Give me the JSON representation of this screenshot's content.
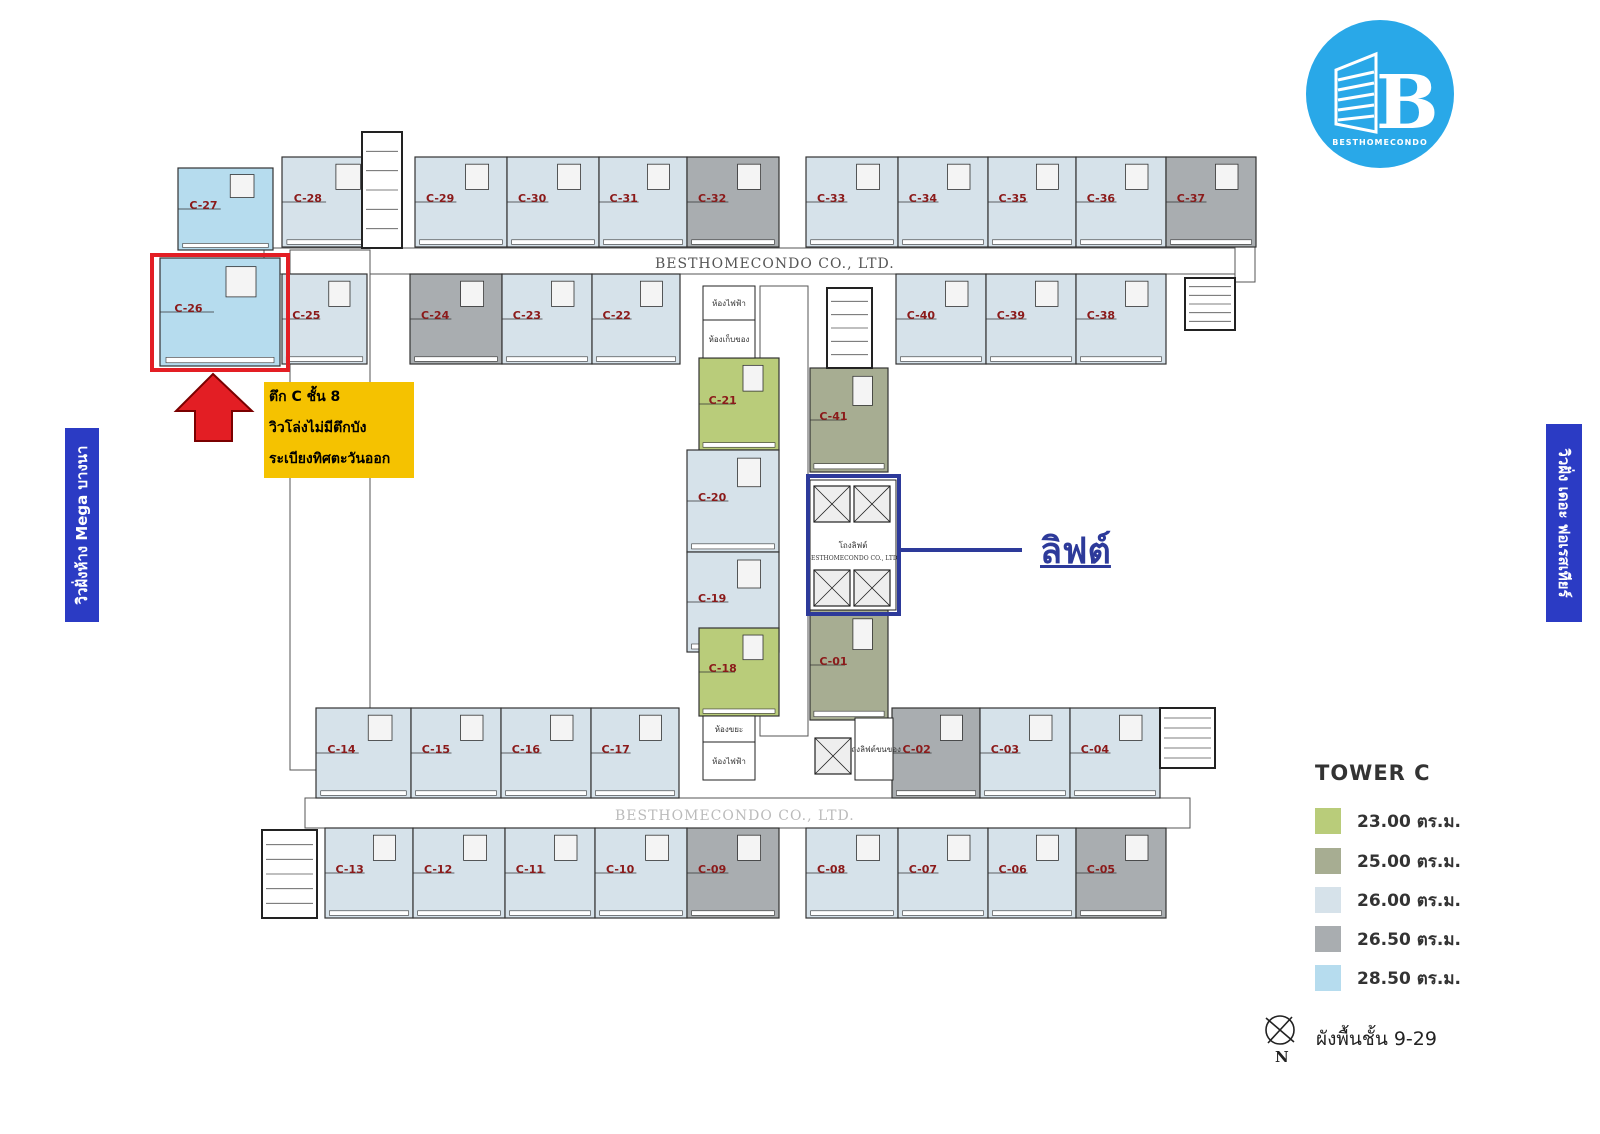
{
  "watermark_top": "BESTHOMECONDO CO., LTD.",
  "watermark_bottom": "BESTHOMECONDO CO., LTD.",
  "lift_watermark": "BESTHOMECONDO CO., LTD.",
  "logo_name": "BESTHOMECONDO",
  "logo_letter": "B",
  "callout_lines": [
    "ตึก C ชั้น 8",
    "วิวโล่งไม่มีตึกบัง",
    "ระเบียงทิศตะวันออก"
  ],
  "left_banner": "วิวฝั่งห้าง Mega บางนา",
  "right_banner": "วิวฝั่ง เดอะ ฟอเรสเทียร์",
  "lift_label": "ลิฟต์",
  "legend": {
    "title": "TOWER  C",
    "items": [
      {
        "label": "23.00  ตร.ม.",
        "color": "#b9cc7a"
      },
      {
        "label": "25.00  ตร.ม.",
        "color": "#a7ad92"
      },
      {
        "label": "26.00  ตร.ม.",
        "color": "#d6e2ea"
      },
      {
        "label": "26.50  ตร.ม.",
        "color": "#a9adb0"
      },
      {
        "label": "28.50  ตร.ม.",
        "color": "#b6dcee"
      }
    ]
  },
  "plan_caption": "ผังพื้นชั้น 9-29",
  "compass_letter": "N",
  "room_labels": {
    "elec_1": "ห้องไฟฟ้า",
    "storage": "ห้องเก็บของ",
    "lift_lobby": "โถงลิฟต์",
    "trash": "ห้องขยะ",
    "elec_2": "ห้องไฟฟ้า",
    "service_lift": "โถงลิฟต์ขนของ"
  },
  "colors": {
    "unit_26": "#d6e2ea",
    "unit_23": "#b9cc7a",
    "unit_25": "#a7ad92",
    "unit_265": "#a9adb0",
    "unit_285": "#b6dcee",
    "highlight": "#e31e24",
    "banner": "#2b3bc4",
    "callout": "#f5c200"
  },
  "units": [
    {
      "id": "C-27",
      "size": "28.50"
    },
    {
      "id": "C-26",
      "size": "28.50"
    },
    {
      "id": "C-28",
      "size": "26.00"
    },
    {
      "id": "C-29",
      "size": "26.00"
    },
    {
      "id": "C-30",
      "size": "26.00"
    },
    {
      "id": "C-31",
      "size": "26.00"
    },
    {
      "id": "C-32",
      "size": "26.50"
    },
    {
      "id": "C-33",
      "size": "26.00"
    },
    {
      "id": "C-34",
      "size": "26.00"
    },
    {
      "id": "C-35",
      "size": "26.00"
    },
    {
      "id": "C-36",
      "size": "26.00"
    },
    {
      "id": "C-37",
      "size": "26.50"
    },
    {
      "id": "C-25",
      "size": "26.00"
    },
    {
      "id": "C-24",
      "size": "26.50"
    },
    {
      "id": "C-23",
      "size": "26.00"
    },
    {
      "id": "C-22",
      "size": "26.00"
    },
    {
      "id": "C-40",
      "size": "26.00"
    },
    {
      "id": "C-39",
      "size": "26.00"
    },
    {
      "id": "C-38",
      "size": "26.00"
    },
    {
      "id": "C-21",
      "size": "23.00"
    },
    {
      "id": "C-20",
      "size": "26.00"
    },
    {
      "id": "C-19",
      "size": "26.00"
    },
    {
      "id": "C-18",
      "size": "23.00"
    },
    {
      "id": "C-41",
      "size": "25.00"
    },
    {
      "id": "C-01",
      "size": "25.00"
    },
    {
      "id": "C-14",
      "size": "26.00"
    },
    {
      "id": "C-15",
      "size": "26.00"
    },
    {
      "id": "C-16",
      "size": "26.00"
    },
    {
      "id": "C-17",
      "size": "26.00"
    },
    {
      "id": "C-02",
      "size": "26.50"
    },
    {
      "id": "C-03",
      "size": "26.00"
    },
    {
      "id": "C-04",
      "size": "26.00"
    },
    {
      "id": "C-13",
      "size": "26.00"
    },
    {
      "id": "C-12",
      "size": "26.00"
    },
    {
      "id": "C-11",
      "size": "26.00"
    },
    {
      "id": "C-10",
      "size": "26.00"
    },
    {
      "id": "C-09",
      "size": "26.50"
    },
    {
      "id": "C-08",
      "size": "26.00"
    },
    {
      "id": "C-07",
      "size": "26.00"
    },
    {
      "id": "C-06",
      "size": "26.00"
    },
    {
      "id": "C-05",
      "size": "26.50"
    }
  ]
}
